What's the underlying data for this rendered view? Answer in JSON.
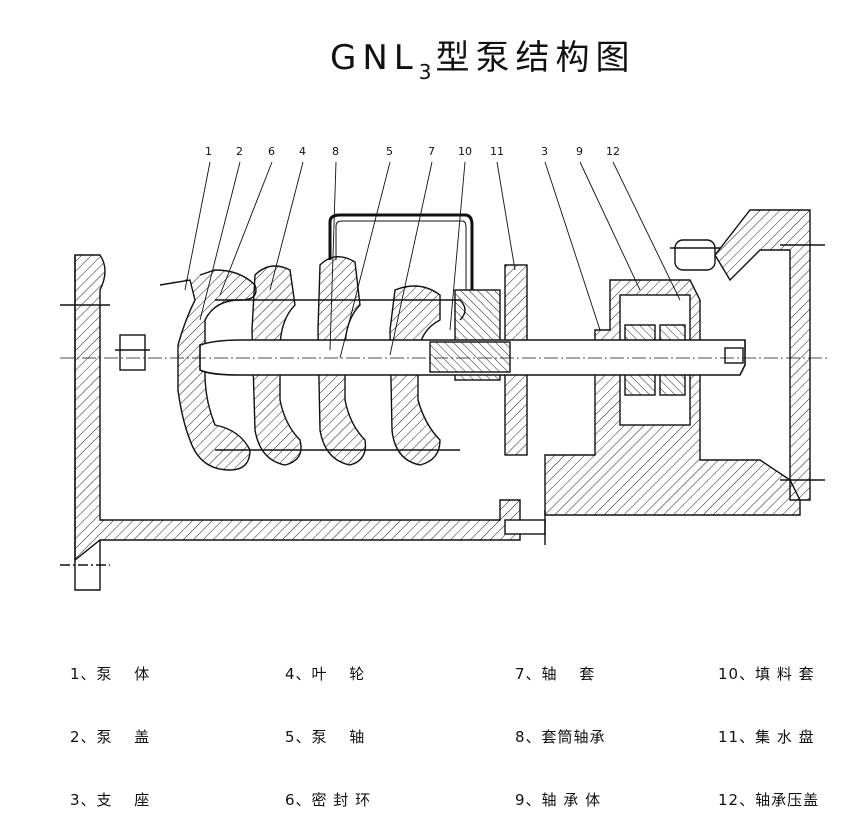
{
  "title": {
    "prefix": "GNL",
    "subscript": "3",
    "suffix": "型泵结构图"
  },
  "callouts": [
    "1",
    "2",
    "6",
    "4",
    "8",
    "5",
    "7",
    "10",
    "11",
    "3",
    "9",
    "12"
  ],
  "legend": [
    [
      "1、泵　 体",
      "2、泵　 盖",
      "3、支　 座"
    ],
    [
      "4、叶　 轮",
      "5、泵　 轴",
      "6、密 封 环"
    ],
    [
      "7、轴　 套",
      "8、套筒轴承",
      "9、轴 承 体"
    ],
    [
      "10、填 料 套",
      "11、集 水 盘",
      "12、轴承压盖"
    ]
  ]
}
